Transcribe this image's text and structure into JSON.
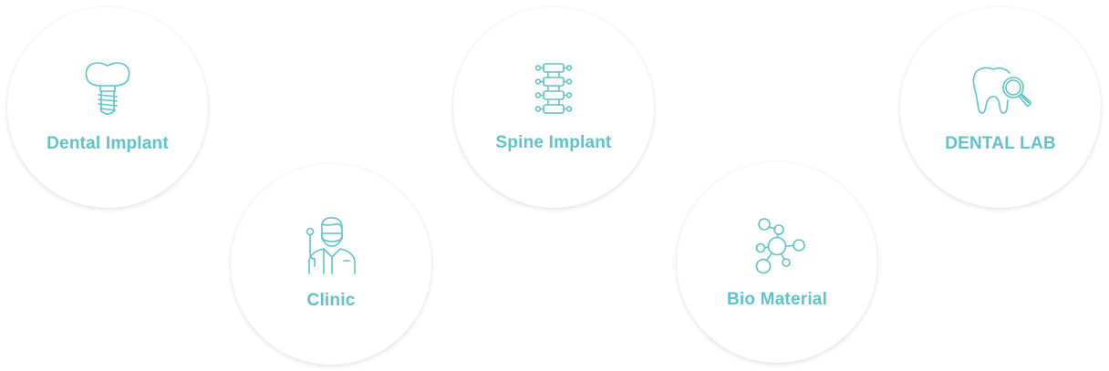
{
  "accent_color": "#5ec4c9",
  "categories": [
    {
      "label": "Dental Implant",
      "icon": "dental-implant-icon"
    },
    {
      "label": "Clinic",
      "icon": "clinic-doctor-icon"
    },
    {
      "label": "Spine Implant",
      "icon": "spine-icon"
    },
    {
      "label": "Bio Material",
      "icon": "molecule-icon"
    },
    {
      "label": "DENTAL LAB",
      "icon": "tooth-magnifier-icon"
    }
  ]
}
